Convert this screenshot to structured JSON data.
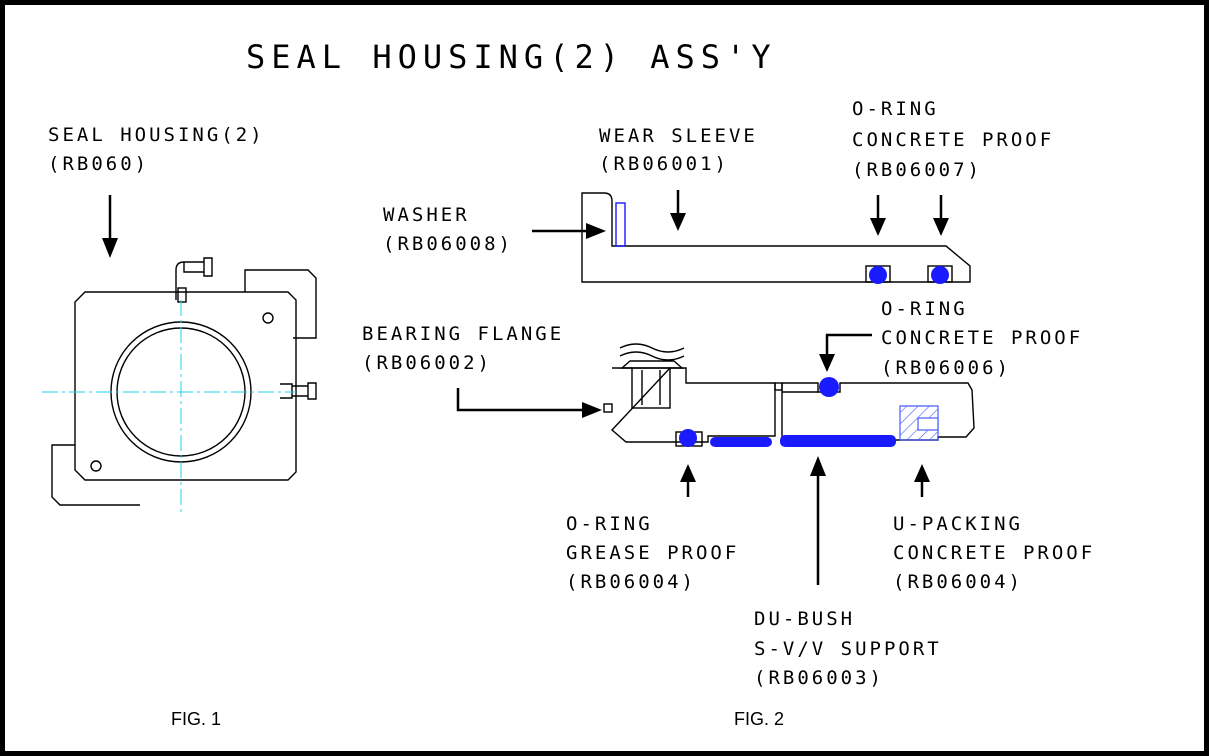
{
  "title": "SEAL HOUSING(2) ASS'Y",
  "fig1": {
    "caption": "FIG. 1",
    "part": {
      "name": "SEAL HOUSING(2)",
      "code": "(RB060)"
    }
  },
  "fig2": {
    "caption": "FIG. 2",
    "labels": {
      "wear_sleeve": {
        "name": "WEAR SLEEVE",
        "code": "(RB06001)"
      },
      "oring_top": {
        "line1": "O-RING",
        "line2": "CONCRETE PROOF",
        "code": "(RB06007)"
      },
      "washer": {
        "name": "WASHER",
        "code": "(RB06008)"
      },
      "bearing_flange": {
        "name": "BEARING FLANGE",
        "code": "(RB06002)"
      },
      "oring_mid": {
        "line1": "O-RING",
        "line2": "CONCRETE PROOF",
        "code": "(RB06006)"
      },
      "oring_grease": {
        "line1": "O-RING",
        "line2": "GREASE PROOF",
        "code": "(RB06004)"
      },
      "u_packing": {
        "line1": "U-PACKING",
        "line2": "CONCRETE PROOF",
        "code": "(RB06004)"
      },
      "du_bush": {
        "line1": "DU-BUSH",
        "line2": "S-V/V SUPPORT",
        "code": "(RB06003)"
      }
    }
  },
  "colors": {
    "seal": "#1a1aff",
    "centerline": "#22d3e6",
    "hatch": "#4a5cff"
  }
}
